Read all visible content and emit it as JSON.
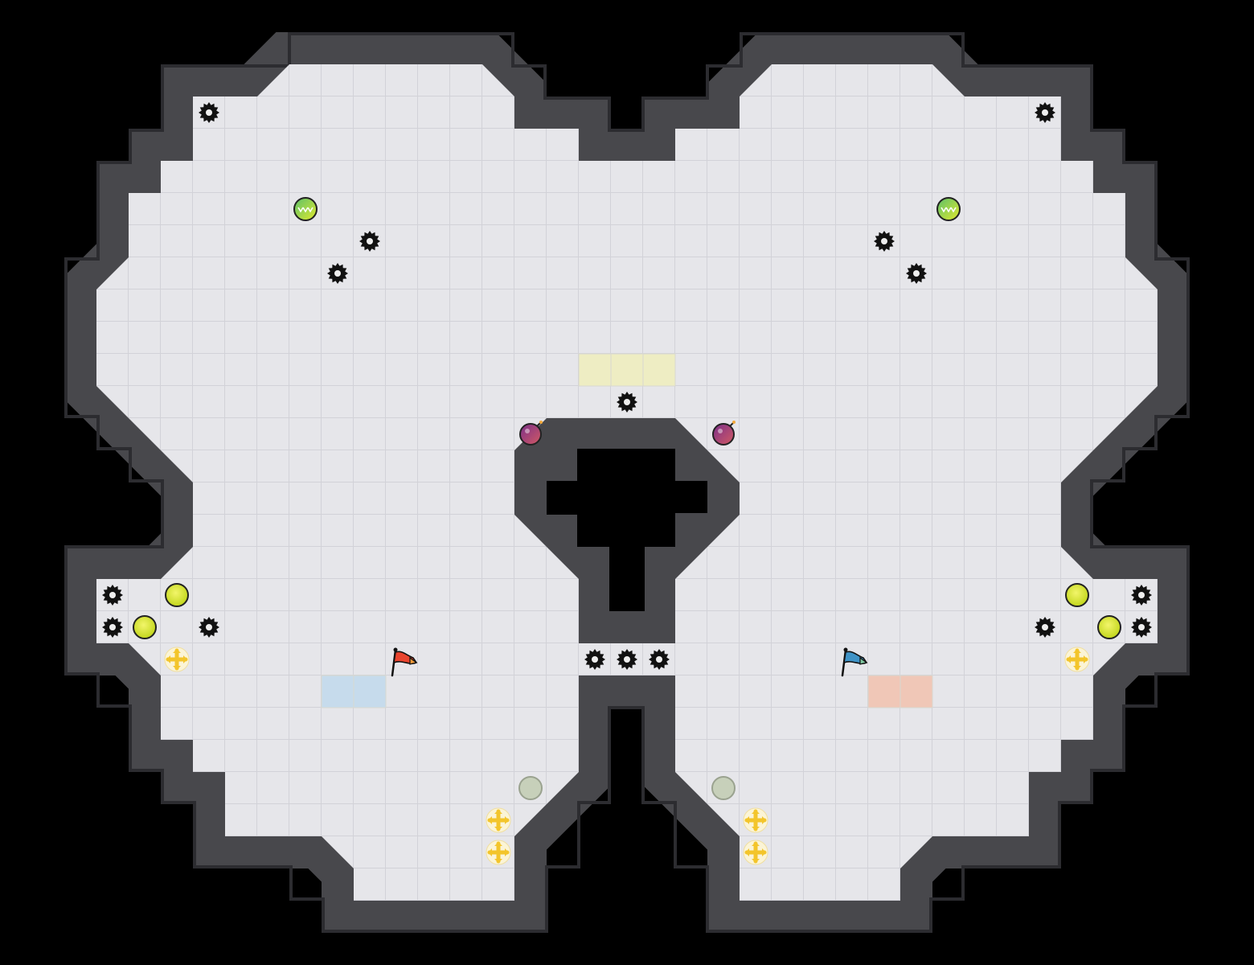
{
  "map": {
    "grid_columns": 39,
    "grid_rows": 30,
    "colors": {
      "background": "#000000",
      "wall": "#48484c",
      "wall_edge": "#2c2c30",
      "floor": "#e6e6ea",
      "floor_line": "#d2d2d8",
      "red_team": "#e8442e",
      "blue_team": "#3f93c6",
      "red_zone": "#f0c7b7",
      "blue_zone": "#c6dbec",
      "neutral_zone": "#eeedc3",
      "spike": "#111111",
      "boost": "#e7ef38",
      "bomb": "#8e3d86",
      "portal_inactive": "#c7d0ba",
      "speed_pad": "#f3c52b"
    }
  },
  "entities": {
    "flags": [
      {
        "team": "red",
        "icon": "flag-icon",
        "col": 12,
        "row": 20
      },
      {
        "team": "blue",
        "icon": "flag-icon",
        "col": 26,
        "row": 20
      }
    ],
    "spikes": [
      {
        "col": 6,
        "row": 3
      },
      {
        "col": 32,
        "row": 3
      },
      {
        "col": 11,
        "row": 7
      },
      {
        "col": 10,
        "row": 8
      },
      {
        "col": 27,
        "row": 7
      },
      {
        "col": 28,
        "row": 8
      },
      {
        "col": 19,
        "row": 12
      },
      {
        "col": 3,
        "row": 18
      },
      {
        "col": 3,
        "row": 19
      },
      {
        "col": 6,
        "row": 19
      },
      {
        "col": 35,
        "row": 18
      },
      {
        "col": 35,
        "row": 19
      },
      {
        "col": 32,
        "row": 19
      },
      {
        "col": 18,
        "row": 20
      },
      {
        "col": 19,
        "row": 20
      },
      {
        "col": 20,
        "row": 20
      }
    ],
    "boosts": [
      {
        "col": 5,
        "row": 18
      },
      {
        "col": 4,
        "row": 19
      },
      {
        "col": 33,
        "row": 18
      },
      {
        "col": 34,
        "row": 19
      }
    ],
    "team_boosts": [
      {
        "col": 9,
        "row": 6
      },
      {
        "col": 29,
        "row": 6
      }
    ],
    "bombs": [
      {
        "col": 16,
        "row": 13
      },
      {
        "col": 22,
        "row": 13
      }
    ],
    "portals": [
      {
        "col": 16,
        "row": 24
      },
      {
        "col": 22,
        "row": 24
      }
    ],
    "speed_pads": [
      {
        "col": 5,
        "row": 20
      },
      {
        "col": 33,
        "row": 20
      },
      {
        "col": 15,
        "row": 25
      },
      {
        "col": 15,
        "row": 26
      },
      {
        "col": 23,
        "row": 25
      },
      {
        "col": 23,
        "row": 26
      }
    ],
    "zones": [
      {
        "kind": "neutral",
        "tiles": [
          [
            18,
            11
          ],
          [
            19,
            11
          ],
          [
            20,
            11
          ]
        ]
      },
      {
        "kind": "blue",
        "tiles": [
          [
            10,
            21
          ],
          [
            11,
            21
          ]
        ]
      },
      {
        "kind": "red",
        "tiles": [
          [
            27,
            21
          ],
          [
            28,
            21
          ]
        ]
      }
    ]
  }
}
